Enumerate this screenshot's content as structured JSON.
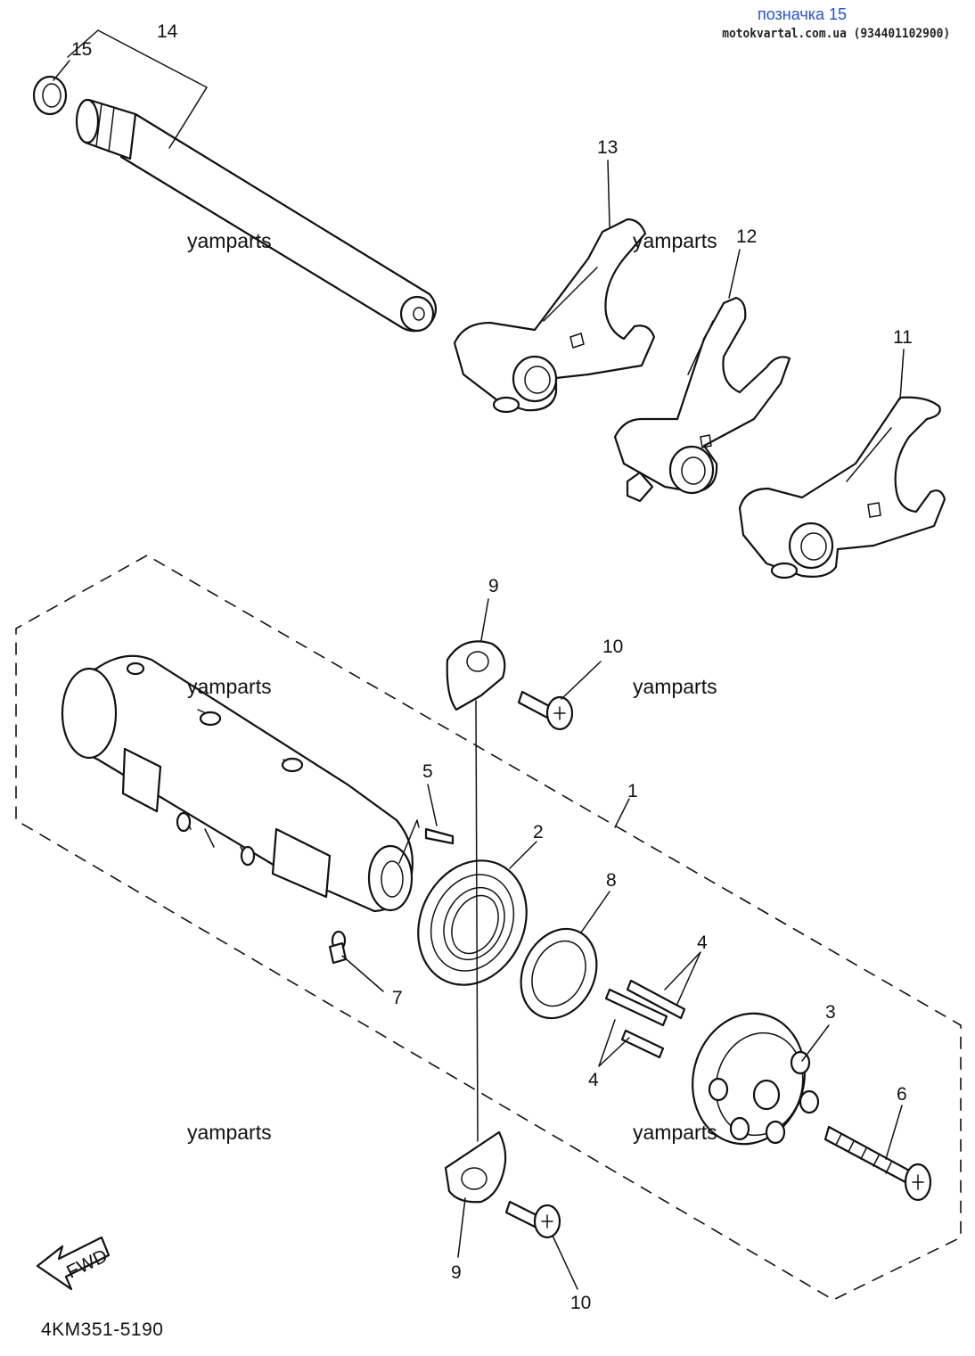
{
  "header": {
    "title": "позначка 15",
    "site": "motokvartal.com.ua (934401102900)"
  },
  "diagram_code": "4KM351-5190",
  "fwd_label": "FWD",
  "watermark": "yamparts",
  "part_labels": {
    "p1": "1",
    "p2": "2",
    "p3": "3",
    "p4a": "4",
    "p4b": "4",
    "p5": "5",
    "p6": "6",
    "p7": "7",
    "p8": "8",
    "p9a": "9",
    "p9b": "9",
    "p10a": "10",
    "p10b": "10",
    "p11": "11",
    "p12": "12",
    "p13": "13",
    "p14": "14",
    "p15": "15"
  }
}
